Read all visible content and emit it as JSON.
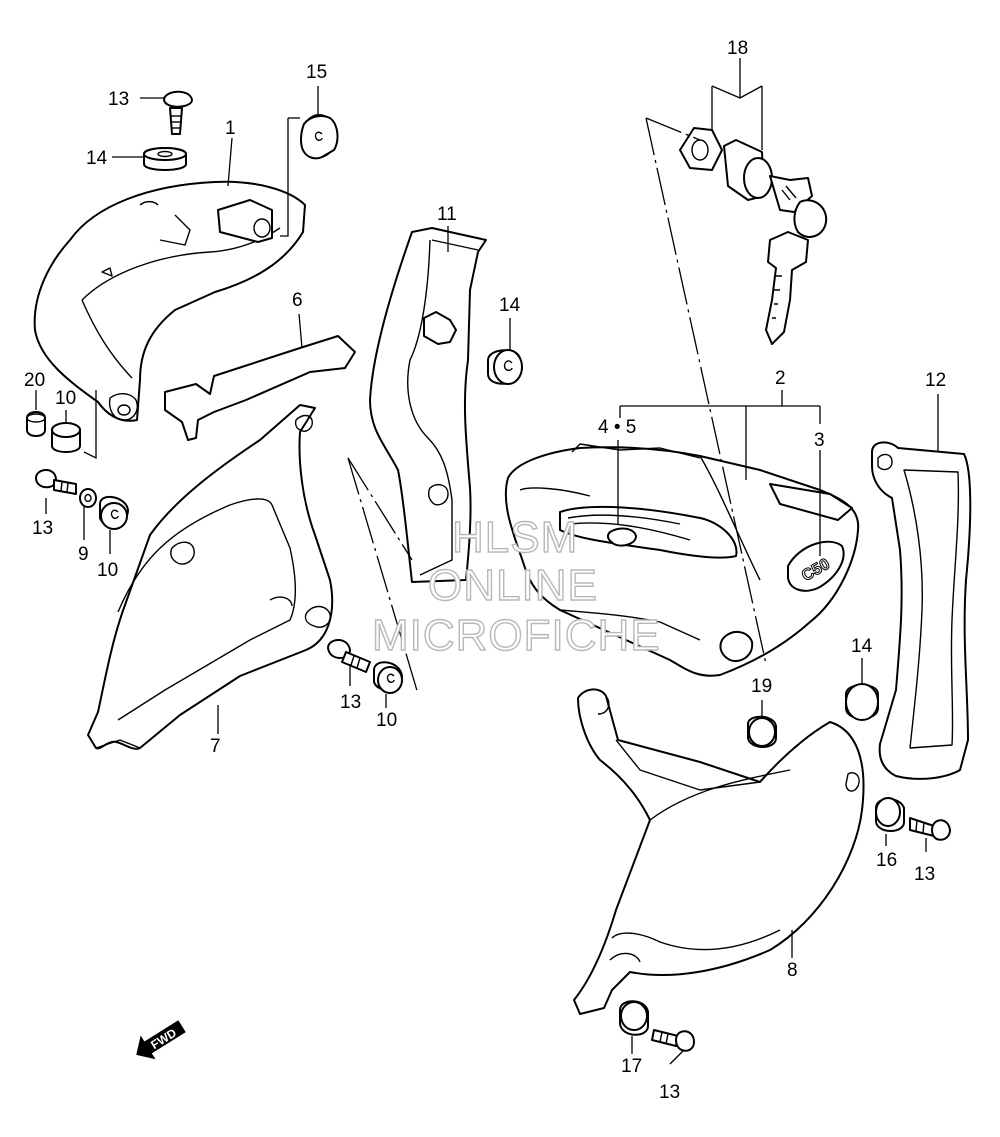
{
  "callouts": {
    "c1": "1",
    "c2": "2",
    "c3": "3",
    "c45": "4 • 5",
    "c6": "6",
    "c7": "7",
    "c8": "8",
    "c9": "9",
    "c10a": "10",
    "c10b": "10",
    "c10c": "10",
    "c11": "11",
    "c12": "12",
    "c13a": "13",
    "c13b": "13",
    "c13c": "13",
    "c13d": "13",
    "c13e": "13",
    "c14a": "14",
    "c14b": "14",
    "c14c": "14",
    "c15": "15",
    "c16": "16",
    "c17": "17",
    "c18": "18",
    "c19": "19",
    "c20": "20"
  },
  "watermark": {
    "line1": "HLSM",
    "line2": "ONLINE",
    "line3": "MICROFICHE"
  },
  "direction_badge": "FWD",
  "emblem_text": "C50"
}
